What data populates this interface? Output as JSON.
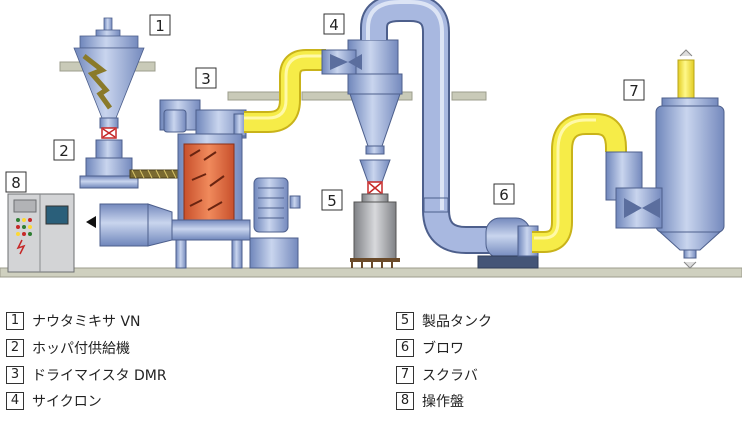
{
  "callouts": [
    "1",
    "2",
    "3",
    "4",
    "5",
    "6",
    "7",
    "8"
  ],
  "legend": [
    {
      "num": "1",
      "label": "ナウタミキサ VN"
    },
    {
      "num": "2",
      "label": "ホッパ付供給機"
    },
    {
      "num": "3",
      "label": "ドライマイスタ DMR"
    },
    {
      "num": "4",
      "label": "サイクロン"
    },
    {
      "num": "5",
      "label": "製品タンク"
    },
    {
      "num": "6",
      "label": "ブロワ"
    },
    {
      "num": "7",
      "label": "スクラバ"
    },
    {
      "num": "8",
      "label": "操作盤"
    }
  ],
  "colors": {
    "equipment_blue": "#8fa6d2",
    "equipment_dark": "#5b6e9e",
    "yellow_duct": "#f4ea38",
    "orange_chamber": "#e0643c",
    "floor": "#c9cab8"
  }
}
